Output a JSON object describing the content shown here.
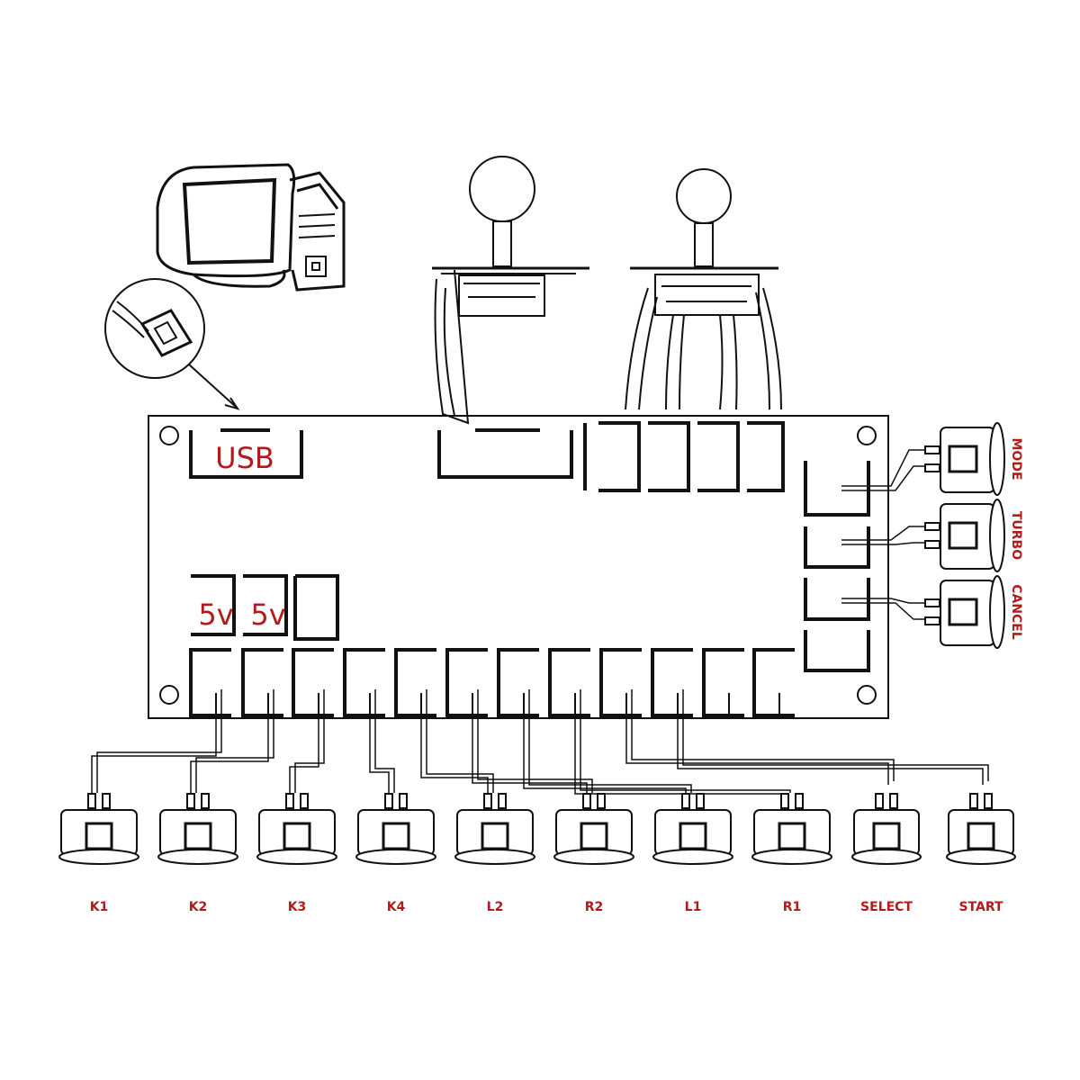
{
  "board": {
    "usb_label": "USB",
    "power_labels": [
      "5v",
      "5v"
    ]
  },
  "side_buttons": [
    {
      "label": "MODE"
    },
    {
      "label": "TURBO"
    },
    {
      "label": "CANCEL"
    }
  ],
  "bottom_buttons": [
    {
      "label": "K1"
    },
    {
      "label": "K2"
    },
    {
      "label": "K3"
    },
    {
      "label": "K4"
    },
    {
      "label": "L2"
    },
    {
      "label": "R2"
    },
    {
      "label": "L1"
    },
    {
      "label": "R1"
    },
    {
      "label": "SELECT"
    },
    {
      "label": "START"
    }
  ],
  "colors": {
    "label_red": "#b31b1b",
    "line": "#111111"
  }
}
